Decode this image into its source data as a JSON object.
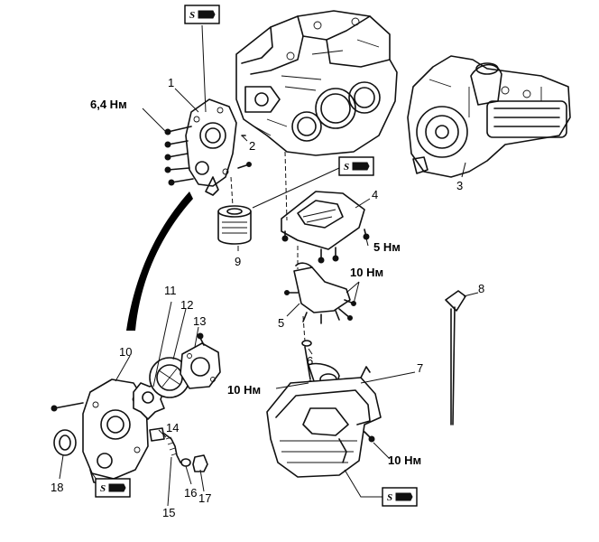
{
  "labels": {
    "n1": "1",
    "n2": "2",
    "n3": "3",
    "n4": "4",
    "n5": "5",
    "n6": "6",
    "n7": "7",
    "n8": "8",
    "n9": "9",
    "n10": "10",
    "n11": "11",
    "n12": "12",
    "n13": "13",
    "n14": "14",
    "n15": "15",
    "n16": "16",
    "n17": "17",
    "n18": "18"
  },
  "torque": {
    "t1": "6,4 Нм",
    "t2": "5 Нм",
    "t3": "10 Нм",
    "t4": "10 Нм",
    "t5": "10 Нм"
  },
  "sealant_symbol": "S"
}
